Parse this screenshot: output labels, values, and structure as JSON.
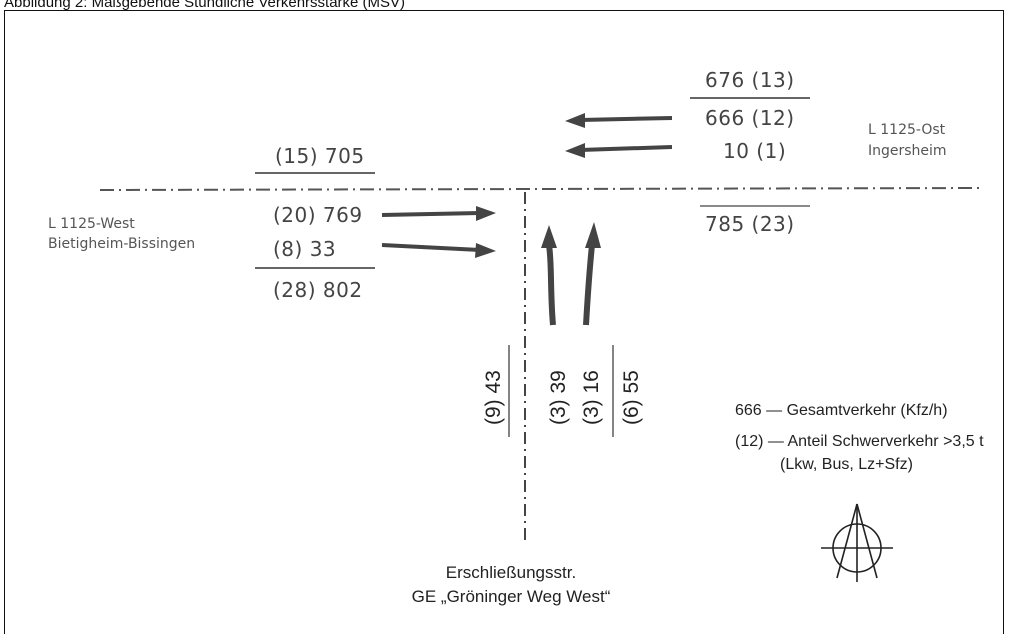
{
  "caption": "Abbildung 2: Maßgebende Stündliche Verkehrsstärke (MSV)",
  "east": {
    "total": "676 (13)",
    "straight": "666 (12)",
    "right_turn": "10   (1)",
    "road_name": "L 1125-Ost",
    "town": "Ingersheim",
    "outbound": "785 (23)"
  },
  "west": {
    "inbound_total": "(15) 705",
    "straight": "(20) 769",
    "right_turn": "(8)   33",
    "outbound_total": "(28) 802",
    "road_name": "L 1125-West",
    "town": "Bietigheim-Bissingen"
  },
  "south": {
    "inbound": "(9) 43",
    "left": "(3) 39",
    "right": "(3) 16",
    "outbound": "(6) 55",
    "street_line1": "Erschließungsstr.",
    "street_line2": "GE „Gröninger Weg West“"
  },
  "legend": {
    "total_label": "666 — Gesamtverkehr (Kfz/h)",
    "heavy_label": "(12) — Anteil Schwerverkehr >3,5 t",
    "heavy_sub": "(Lkw, Bus, Lz+Sfz)",
    "north_icon": "north-arrow-icon"
  },
  "colors": {
    "ink": "#222222",
    "faded": "#555555"
  }
}
